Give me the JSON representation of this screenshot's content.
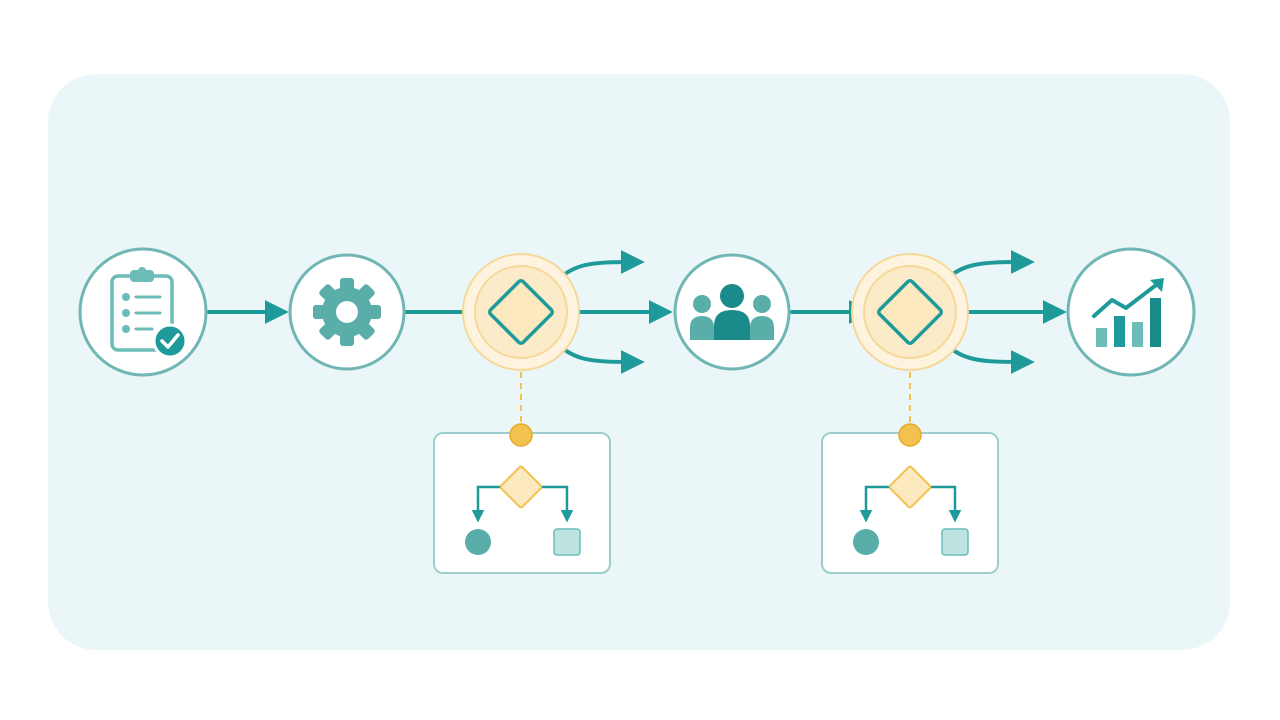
{
  "colors": {
    "background": "#ffffff",
    "panel": "#eaf6f7",
    "teal": "#1f9a9a",
    "teal_dark": "#1a8a8a",
    "teal_light": "#6cbcb8",
    "teal_pale": "#bfe3e0",
    "node_stroke": "#6fb6b4",
    "node_fill": "#ffffff",
    "gold": "#f2c14e",
    "gold_dark": "#e7a92c",
    "gold_pale": "#fde9c0",
    "gold_ring": "#f6d99a",
    "card_stroke": "#9ccfcc"
  },
  "nodes": [
    {
      "name": "task-checklist-node",
      "icon": "clipboard-check-icon"
    },
    {
      "name": "process-gear-node",
      "icon": "gear-icon"
    },
    {
      "name": "decision-node-1",
      "icon": "decision-diamond-icon"
    },
    {
      "name": "team-node",
      "icon": "people-group-icon"
    },
    {
      "name": "decision-node-2",
      "icon": "decision-diamond-icon"
    },
    {
      "name": "results-chart-node",
      "icon": "growth-chart-icon"
    }
  ],
  "detail_cards": [
    {
      "name": "decision-detail-card-1",
      "attached_to": "decision-node-1",
      "icons": [
        "decision-diamond-icon",
        "circle-outcome-icon",
        "square-outcome-icon"
      ]
    },
    {
      "name": "decision-detail-card-2",
      "attached_to": "decision-node-2",
      "icons": [
        "decision-diamond-icon",
        "circle-outcome-icon",
        "square-outcome-icon"
      ]
    }
  ]
}
